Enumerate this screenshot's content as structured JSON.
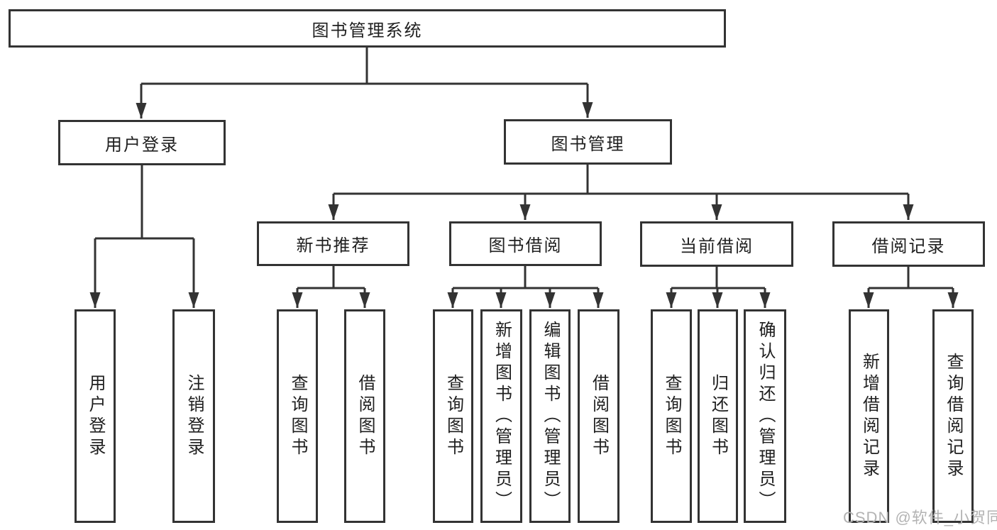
{
  "diagram": {
    "root": {
      "label": "图书管理系统"
    },
    "level2": [
      {
        "label": "用户登录"
      },
      {
        "label": "图书管理"
      }
    ],
    "level3": [
      {
        "label": "新书推荐"
      },
      {
        "label": "图书借阅"
      },
      {
        "label": "当前借阅"
      },
      {
        "label": "借阅记录"
      }
    ],
    "leaves": {
      "user_login": [
        {
          "label": "用户登录"
        },
        {
          "label": "注销登录"
        }
      ],
      "new_book": [
        {
          "label": "查询图书"
        },
        {
          "label": "借阅图书"
        }
      ],
      "book_borrow": [
        {
          "label": "查询图书"
        },
        {
          "label": "新增图书（管理员）"
        },
        {
          "label": "编辑图书（管理员）"
        },
        {
          "label": "借阅图书"
        }
      ],
      "current_borrow": [
        {
          "label": "查询图书"
        },
        {
          "label": "归还图书"
        },
        {
          "label": "确认归还（管理员）"
        }
      ],
      "borrow_record": [
        {
          "label": "新增借阅记录"
        },
        {
          "label": "查询借阅记录"
        }
      ]
    }
  },
  "watermark": {
    "text": "CSDN @软件_小贺同学"
  },
  "colors": {
    "line": "#333333",
    "box_border": "#333333",
    "text": "#1f1f1f",
    "watermark": "#b3b3b3",
    "background": "#ffffff"
  }
}
